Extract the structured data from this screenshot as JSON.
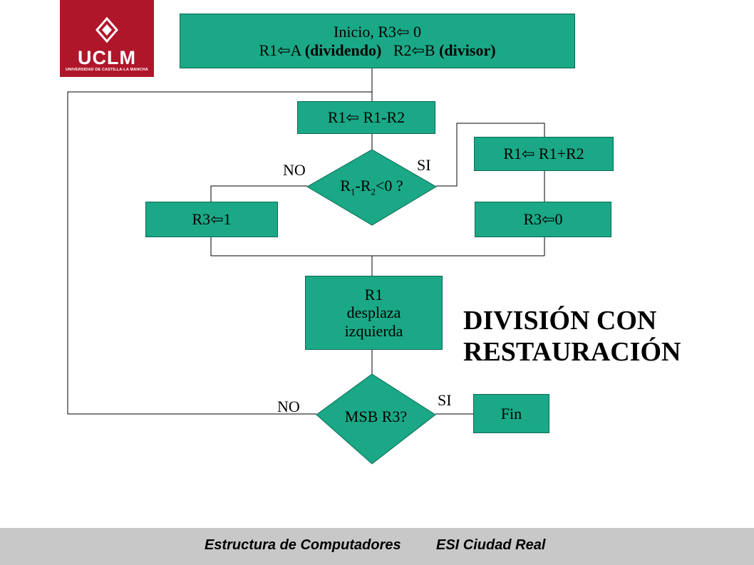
{
  "logo": {
    "text": "UCLM",
    "subtitle": "UNIVERSIDAD DE CASTILLA-LA MANCHA",
    "color": "#b0162a"
  },
  "colors": {
    "node_fill": "#1aa886",
    "line": "#000000",
    "footer": "#c8c8c8"
  },
  "flowchart": {
    "start": {
      "line1": "Inicio, R3⇦ 0",
      "line2_a": "R1⇦A ",
      "line2_b": "(dividendo)",
      "line2_c": "R2⇦B ",
      "line2_d": "(divisor)"
    },
    "subtract": "R1⇦ R1-R2",
    "decision1": {
      "a": "R",
      "a_sub": "1",
      "b": "-R",
      "b_sub": "2",
      "c": "<0 ?"
    },
    "decision1_no": "NO",
    "decision1_si": "SI",
    "restore": "R1⇦ R1+R2",
    "set_one": "R3⇦1",
    "set_zero": "R3⇦0",
    "shift": {
      "line1": "R1",
      "line2": "desplaza",
      "line3": "izquierda"
    },
    "decision2": "MSB R3?",
    "decision2_no": "NO",
    "decision2_si": "SI",
    "end": "Fin"
  },
  "title": {
    "line1": "DIVISIÓN CON",
    "line2": "RESTAURACIÓN"
  },
  "footer": {
    "left": "Estructura de Computadores",
    "right": "ESI Ciudad Real"
  }
}
